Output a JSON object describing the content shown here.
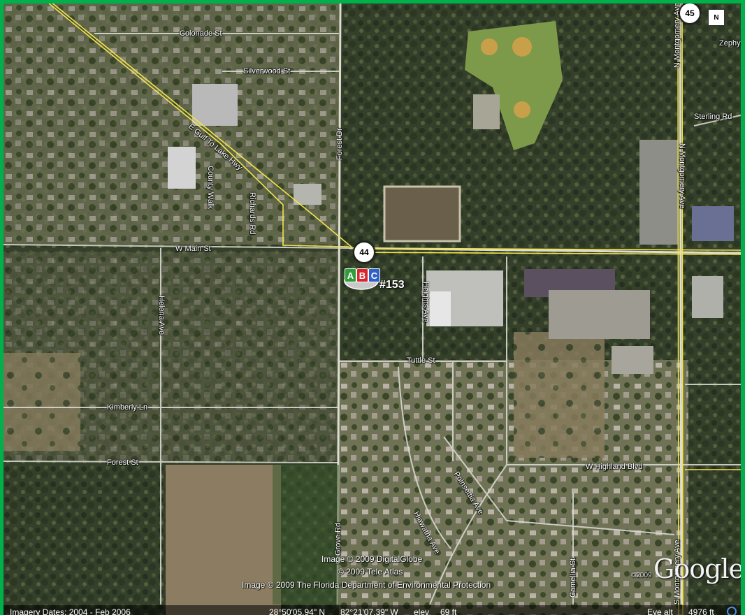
{
  "roads": {
    "colonade": "Colonade St",
    "silverwood": "Silverwood St",
    "gulf_to_lake": "E Gulf To Lake Hwy",
    "county_walk": "County Walk",
    "richards": "Richards Rd",
    "forest_dr": "Forest Dr",
    "main": "W Main St",
    "heights": "Heights Ave",
    "helena": "Helena Ave",
    "tuttle": "Tuttle St",
    "kimberly": "Kimberly Ln",
    "forest_st": "Forest St",
    "highland": "W Highland Blvd",
    "poinsettia": "Poinsettia Ave",
    "hiawatha": "Hiawatha Ave",
    "grove": "Grove Rd",
    "camellia": "Camellia St",
    "montgomery_n": "N Montgomery Ave",
    "montgomery_s": "S Montgomery Ave",
    "sterling": "Sterling Rd",
    "zephyr": "Zephy"
  },
  "shields": {
    "route44": "44",
    "route45": "45"
  },
  "marker": {
    "letters": [
      "A",
      "B",
      "C"
    ],
    "colors": [
      "#2e9d3a",
      "#d8282d",
      "#2f62c4"
    ],
    "id": "#153"
  },
  "north": "N",
  "credits": {
    "digitalglobe": "Image © 2009 DigitalGlobe",
    "teleatlas": "© 2009 Tele Atlas",
    "fdep": "Image © 2009 The Florida Department of Environmental Protection",
    "year2009": "©2009",
    "google": "Google"
  },
  "status": {
    "imagery_dates": "Imagery Dates: 2004 - Feb 2006",
    "lat": "28°50'05.94\" N",
    "lon": "82°21'07.39\" W",
    "elev_label": "elev",
    "elev_value": "69 ft",
    "eye_alt_label": "Eye alt",
    "eye_alt_value": "4976 ft"
  },
  "colors": {
    "frame": "#00b04a",
    "highway": "#f3e44a",
    "road": "#d8d8d0"
  }
}
